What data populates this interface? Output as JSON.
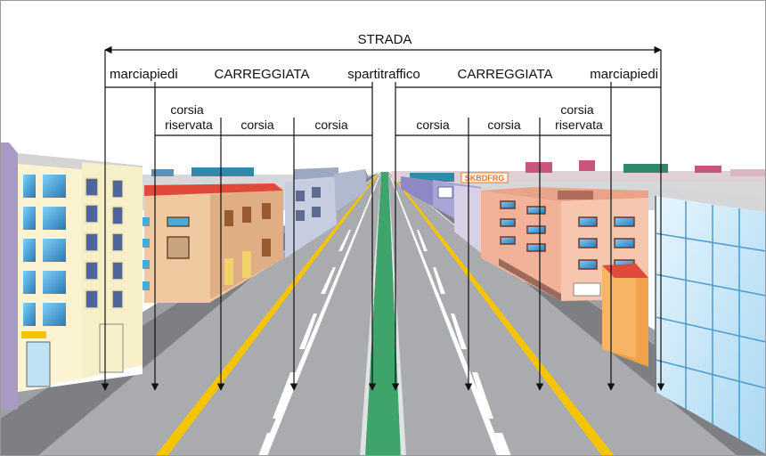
{
  "diagram": {
    "top_label": "STRADA",
    "labels": {
      "marciapiedi_left": "marciapiedi",
      "carreggiata_left": "CARREGGIATA",
      "spartitraffico": "spartitraffico",
      "carreggiata_right": "CARREGGIATA",
      "marciapiedi_right": "marciapiedi",
      "corsia_riservata_left": [
        "corsia",
        "riservata"
      ],
      "corsia_left_1": "corsia",
      "corsia_left_2": "corsia",
      "corsia_right_1": "corsia",
      "corsia_right_2": "corsia",
      "corsia_riservata_right": [
        "corsia",
        "riservata"
      ]
    },
    "shop_sign": "SKBDFRG"
  },
  "colors": {
    "sky": "#ffffff",
    "asphalt": "#a9abae",
    "median": "#3fa36c",
    "yellow_line": "#f5c400",
    "sidewalk": "#7d7f83",
    "glass": "#cfe9f8",
    "accent_orange": "#e8742a"
  }
}
